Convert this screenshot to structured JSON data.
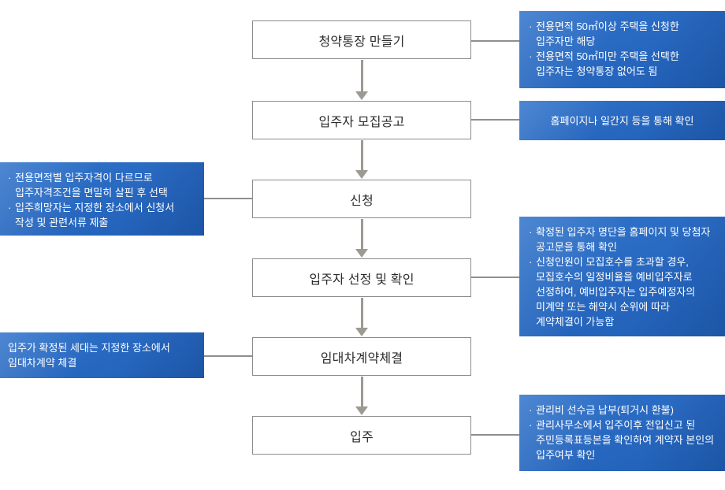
{
  "colors": {
    "callout_blue": "#2767bf",
    "callout_blue_light": "#3174cb",
    "callout_blue_dark": "#2060b6",
    "node_border": "#8b8b8b",
    "arrow_gray": "#9d9993",
    "connector_gray": "#8f8f8f",
    "node_text": "#2b2b2b",
    "callout_text": "#ffffff"
  },
  "flow": {
    "steps": [
      {
        "label": "청약통장 만들기"
      },
      {
        "label": "입주자 모집공고"
      },
      {
        "label": "신청"
      },
      {
        "label": "입주자 선정 및 확인"
      },
      {
        "label": "임대차계약체결"
      },
      {
        "label": "입주"
      }
    ]
  },
  "callouts": {
    "right": [
      {
        "items": [
          {
            "bullet": "·",
            "text": "전용면적 50㎡이상 주택을 신청한\n입주자만 해당"
          },
          {
            "bullet": "·",
            "text": "전용면적 50㎡미만 주택을 선택한\n입주자는 청약통장 없어도 됨"
          }
        ]
      },
      {
        "items": [
          {
            "bullet": "",
            "text": "홈페이지나 일간지 등을 통해 확인"
          }
        ]
      },
      {
        "items": [
          {
            "bullet": "·",
            "text": "확정된 입주자 명단을 홈페이지 및 당첨자\n공고문을 통해 확인"
          },
          {
            "bullet": "·",
            "text": "신청인원이 모집호수를 초과할 경우,\n모집호수의 일정비율을 예비입주자로\n선정하여, 예비입주자는 입주예정자의\n미계약 또는 해약시 순위에 따라\n계약체결이 가능함"
          }
        ]
      },
      {
        "items": [
          {
            "bullet": "·",
            "text": "관리비 선수금 납부(퇴거시 환불)"
          },
          {
            "bullet": "·",
            "text": "관리사무소에서 입주이후 전입신고 된\n주민등록표등본을 확인하여 계약자 본인의\n입주여부 확인"
          }
        ]
      }
    ],
    "left": [
      {
        "items": [
          {
            "bullet": "·",
            "text": "전용면적별 입주자격이 다르므로\n입주자격조건을 면밀히 살핀 후 선택"
          },
          {
            "bullet": "·",
            "text": "입주희망자는 지정한 장소에서 신청서\n작성 및 관련서류 제출"
          }
        ]
      },
      {
        "items": [
          {
            "bullet": "",
            "text": "입주가 확정된 세대는 지정한 장소에서\n임대차계약 체결"
          }
        ]
      }
    ]
  }
}
